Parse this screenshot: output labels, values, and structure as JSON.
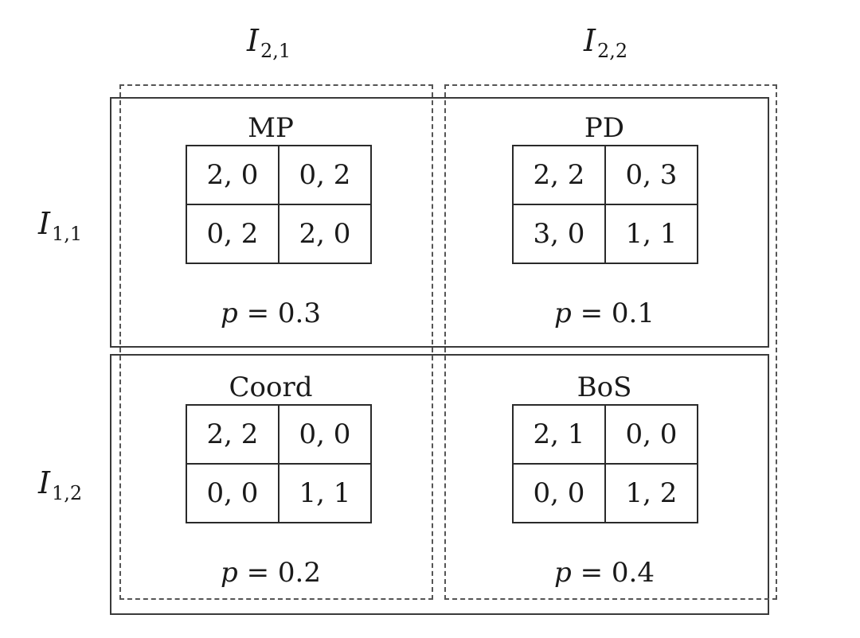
{
  "column_labels": [
    {
      "main": "I",
      "sub": "2,1"
    },
    {
      "main": "I",
      "sub": "2,2"
    }
  ],
  "row_labels": [
    {
      "main": "I",
      "sub": "1,1"
    },
    {
      "main": "I",
      "sub": "1,2"
    }
  ],
  "games": [
    {
      "title": "MP",
      "payoffs": [
        [
          "2, 0",
          "0, 2"
        ],
        [
          "0, 2",
          "2, 0"
        ]
      ],
      "p_symbol": "p",
      "p_value": "= 0.3"
    },
    {
      "title": "PD",
      "payoffs": [
        [
          "2, 2",
          "0, 3"
        ],
        [
          "3, 0",
          "1, 1"
        ]
      ],
      "p_symbol": "p",
      "p_value": "= 0.1"
    },
    {
      "title": "Coord",
      "payoffs": [
        [
          "2, 2",
          "0, 0"
        ],
        [
          "0, 0",
          "1, 1"
        ]
      ],
      "p_symbol": "p",
      "p_value": "= 0.2"
    },
    {
      "title": "BoS",
      "payoffs": [
        [
          "2, 1",
          "0, 0"
        ],
        [
          "0, 0",
          "1, 2"
        ]
      ],
      "p_symbol": "p",
      "p_value": "= 0.4"
    }
  ]
}
